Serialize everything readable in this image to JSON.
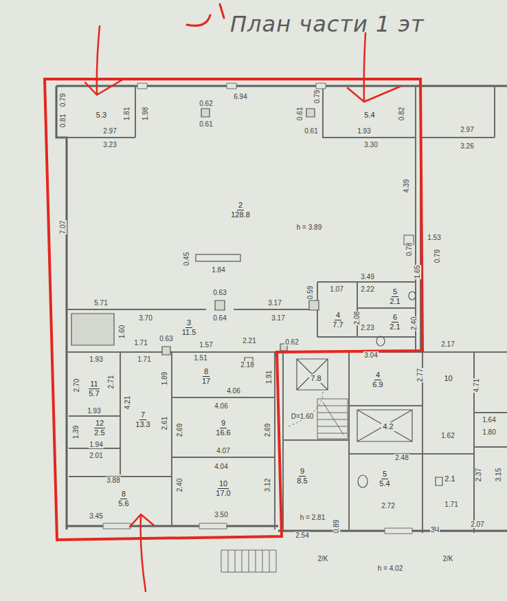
{
  "diagram": {
    "title": "План части 1 эт",
    "nodes": [
      {
        "text": [
          "5.3"
        ]
      },
      {
        "text": [
          "5.4"
        ]
      },
      {
        "text": [
          "2",
          "128.8"
        ]
      },
      {
        "text": [
          "3",
          "11.5"
        ]
      },
      {
        "text": [
          "4",
          "7.7"
        ]
      },
      {
        "text": [
          "5",
          "2.1"
        ]
      },
      {
        "text": [
          "6",
          "2.1"
        ]
      },
      {
        "text": [
          "11",
          "5.7"
        ]
      },
      {
        "text": [
          "12",
          "2.5"
        ]
      },
      {
        "text": [
          "7",
          "13.3"
        ]
      },
      {
        "text": [
          "8",
          "5.6"
        ]
      },
      {
        "text": [
          "8",
          "17"
        ]
      },
      {
        "text": [
          "9",
          "16.6"
        ]
      },
      {
        "text": [
          "10",
          "17.0"
        ]
      },
      {
        "text": [
          "7.8"
        ]
      },
      {
        "text": [
          "4",
          "6.9"
        ]
      },
      {
        "text": [
          "10"
        ]
      },
      {
        "text": [
          "4.2"
        ]
      },
      {
        "text": [
          "9",
          "8.5"
        ]
      },
      {
        "text": [
          "5",
          "5.4"
        ]
      },
      {
        "text": [
          "2.1"
        ]
      }
    ],
    "labels": [
      "0.79",
      "0.81",
      "2.97",
      "3.23",
      "1.81",
      "1.98",
      "6.94",
      "0.62",
      "0.61",
      "0.61",
      "0.61",
      "0.79",
      "1.93",
      "0.82",
      "3.30",
      "4.39",
      "7.07",
      "h = 3.89",
      "0.45",
      "1.84",
      "1.53",
      "0.78",
      "0.79",
      "1.65",
      "3.49",
      "5.71",
      "0.63",
      "0.64",
      "3.70",
      "3.17",
      "3.17",
      "0.59",
      "1.07",
      "2.22",
      "2.08",
      "2.23",
      "2.40",
      "1.60",
      "1.71",
      "0.63",
      "1.57",
      "2.21",
      "0.62",
      "1.93",
      "1.71",
      "1.51",
      "2.18",
      "2.70",
      "2.71",
      "1.93",
      "4.21",
      "1.89",
      "4.06",
      "1.91",
      "4.06",
      "1.39",
      "1.94",
      "2.01",
      "2.61",
      "2.69",
      "2.69",
      "4.07",
      "4.04",
      "2.40",
      "3.12",
      "3.88",
      "3.45",
      "3.50",
      "3.04",
      "2.77",
      "2.17",
      "4.71",
      "1.64",
      "1.62",
      "1.80",
      "D=1.60",
      "2.48",
      "2.72",
      "1.71",
      "2.37",
      "3.15",
      "2.07",
      "h = 2.81",
      "2.54",
      "0.89",
      "h = 4.02",
      "2/K",
      "2/K",
      "ЗЧ",
      "2.97",
      "3.26"
    ]
  }
}
